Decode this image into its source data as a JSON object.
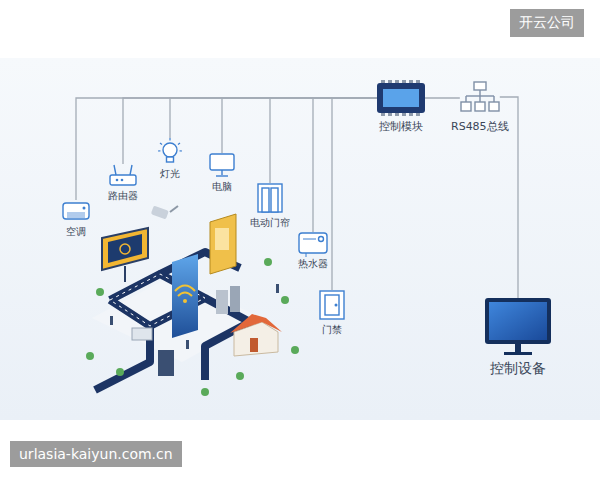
{
  "diagram": {
    "nodes": [
      {
        "text": [
          "空调"
        ]
      },
      {
        "text": [
          "路由器"
        ]
      },
      {
        "text": [
          "灯光"
        ]
      },
      {
        "text": [
          "电脑"
        ]
      },
      {
        "text": [
          "电动门帘"
        ]
      },
      {
        "text": [
          "热水器"
        ]
      },
      {
        "text": [
          "门禁"
        ]
      },
      {
        "text": [
          "控制模块"
        ]
      },
      {
        "text": [
          "RS485总线"
        ]
      },
      {
        "text": [
          "控制设备"
        ]
      }
    ],
    "edges": [
      {
        "from": 0,
        "to": 7,
        "arrow": "none"
      },
      {
        "from": 1,
        "to": 7,
        "arrow": "none"
      },
      {
        "from": 2,
        "to": 7,
        "arrow": "none"
      },
      {
        "from": 3,
        "to": 7,
        "arrow": "none"
      },
      {
        "from": 4,
        "to": 7,
        "arrow": "none"
      },
      {
        "from": 5,
        "to": 7,
        "arrow": "none"
      },
      {
        "from": 6,
        "to": 7,
        "arrow": "none"
      },
      {
        "from": 7,
        "to": 8,
        "arrow": "none"
      },
      {
        "from": 8,
        "to": 9,
        "arrow": "none"
      }
    ],
    "labels": [
      "开云公司",
      "urlasia-kaiyun.com.cn"
    ]
  }
}
